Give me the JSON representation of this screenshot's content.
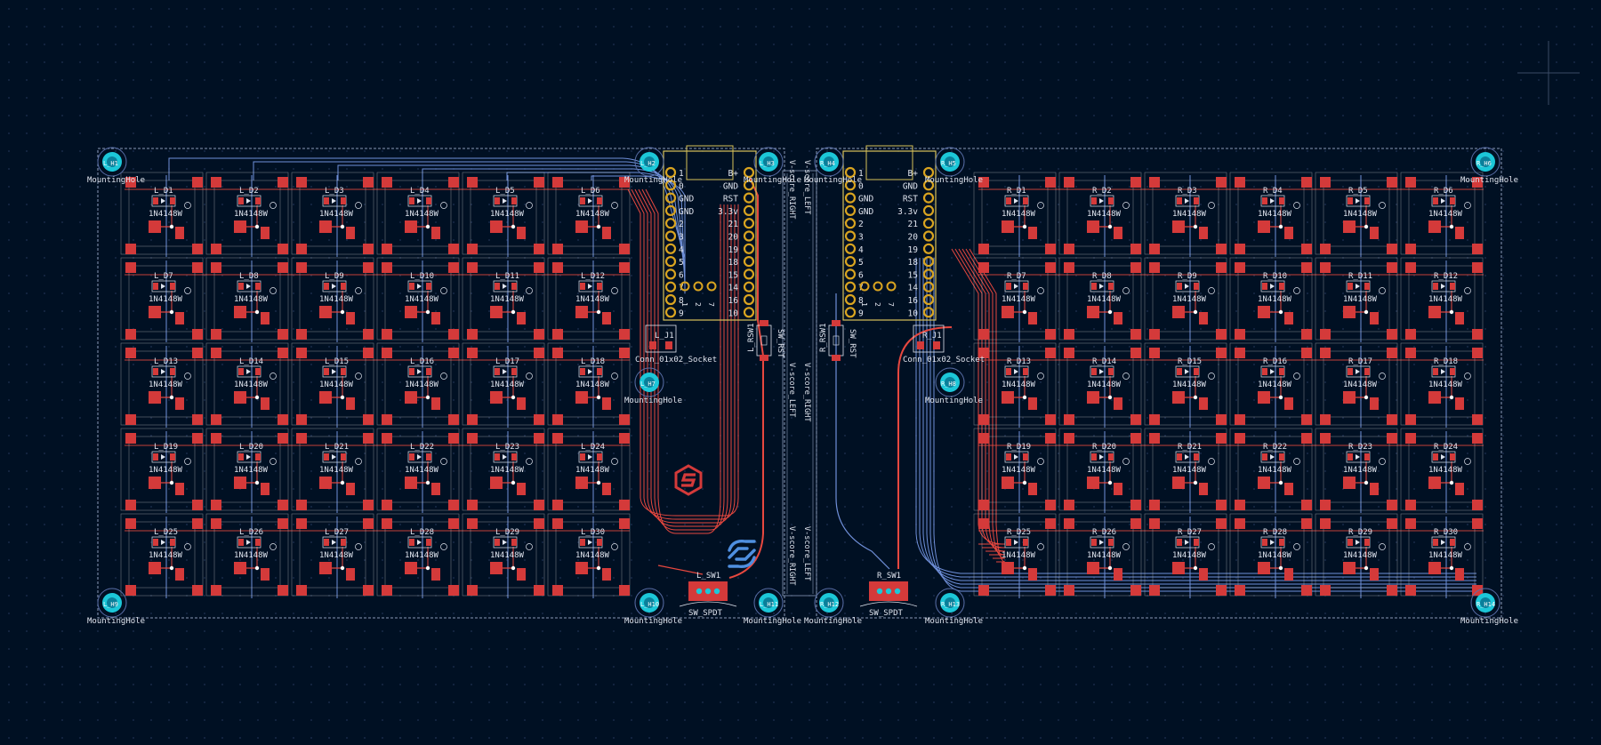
{
  "canvas": {
    "background": "#001023",
    "grid_dot_color": "#1f3050",
    "crosshair_color": "#3a4a66"
  },
  "colors": {
    "pad": "#d43a3a",
    "copper_front": "#e8483f",
    "copper_back": "#6f8fd8",
    "outline": "#8a99b6",
    "silk": "#e0e4ee",
    "courtyard": "#c9c9c9",
    "mcu_outline": "#d8c25a",
    "mcu_pad": "#d9a420",
    "mounting_hole": "#1cc7d8",
    "mounting_ring": "#5a6fa8",
    "logo_red": "#d43a3a",
    "logo_blue": "#4f8fe0"
  },
  "left_half": {
    "diode_rows": [
      [
        "L_D1",
        "L_D2",
        "L_D3",
        "L_D4",
        "L_D5",
        "L_D6"
      ],
      [
        "L_D7",
        "L_D8",
        "L_D9",
        "L_D10",
        "L_D11",
        "L_D12"
      ],
      [
        "L_D13",
        "L_D14",
        "L_D15",
        "L_D16",
        "L_D17",
        "L_D18"
      ],
      [
        "L_D19",
        "L_D20",
        "L_D21",
        "L_D22",
        "L_D23",
        "L_D24"
      ],
      [
        "L_D25",
        "L_D26",
        "L_D27",
        "L_D28",
        "L_D29",
        "L_D30"
      ]
    ],
    "reset_switch_ref": "L_RSW1",
    "reset_switch_value": "SW_RST",
    "connector_ref": "L_J1",
    "connector_value": "Conn_01x02_Socket",
    "power_switch_ref": "L_SW1",
    "power_switch_value": "SW_SPDT"
  },
  "right_half": {
    "diode_rows": [
      [
        "R_D1",
        "R_D2",
        "R_D3",
        "R_D4",
        "R_D5",
        "R_D6"
      ],
      [
        "R_D7",
        "R_D8",
        "R_D9",
        "R_D10",
        "R_D11",
        "R_D12"
      ],
      [
        "R_D13",
        "R_D14",
        "R_D15",
        "R_D16",
        "R_D17",
        "R_D18"
      ],
      [
        "R_D19",
        "R_D20",
        "R_D21",
        "R_D22",
        "R_D23",
        "R_D24"
      ],
      [
        "R_D25",
        "R_D26",
        "R_D27",
        "R_D28",
        "R_D29",
        "R_D30"
      ]
    ],
    "reset_switch_ref": "R_RSW1",
    "reset_switch_value": "SW_RST",
    "connector_ref": "R_J1",
    "connector_value": "Conn_01x02_Socket",
    "power_switch_ref": "R_SW1",
    "power_switch_value": "SW_SPDT"
  },
  "diode_value": "1N4148W",
  "mcu": {
    "left_pins": [
      "1",
      "0",
      "GND",
      "GND",
      "2",
      "3",
      "4",
      "5",
      "6",
      "7",
      "8",
      "9"
    ],
    "right_pins": [
      "B+",
      "GND",
      "RST",
      "3.3v",
      "21",
      "20",
      "19",
      "18",
      "15",
      "14",
      "16",
      "10"
    ],
    "bottom_pins": [
      "1",
      "2",
      "7"
    ]
  },
  "mounting_hole_label": "MountingHole",
  "mounting_hole_ref": "H",
  "vscore": {
    "left": "V-score_LEFT",
    "right": "V-score_RIGHT"
  },
  "logo_names": [
    "red-logo-icon",
    "blue-logo-icon"
  ]
}
